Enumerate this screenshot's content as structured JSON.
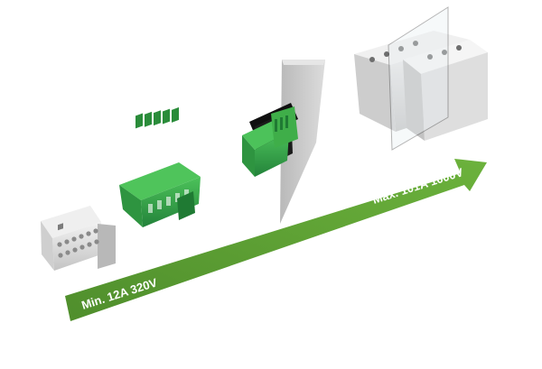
{
  "arrow": {
    "start_label": "Min. 12A 320V",
    "end_label": "Max. 101A 1000V",
    "color": "#5a9a32",
    "color_light": "#6cb23c"
  },
  "products": [
    {
      "name": "small-grey-terminal-block"
    },
    {
      "name": "green-pluggable-connector"
    },
    {
      "name": "green-panel-feedthrough-connector"
    },
    {
      "name": "large-grey-power-terminal-blocks"
    }
  ],
  "colors": {
    "connector_green": "#3fae49",
    "connector_green_dark": "#23823a",
    "terminal_grey": "#d9d9d9",
    "panel_grey": "#c9c9c9"
  }
}
